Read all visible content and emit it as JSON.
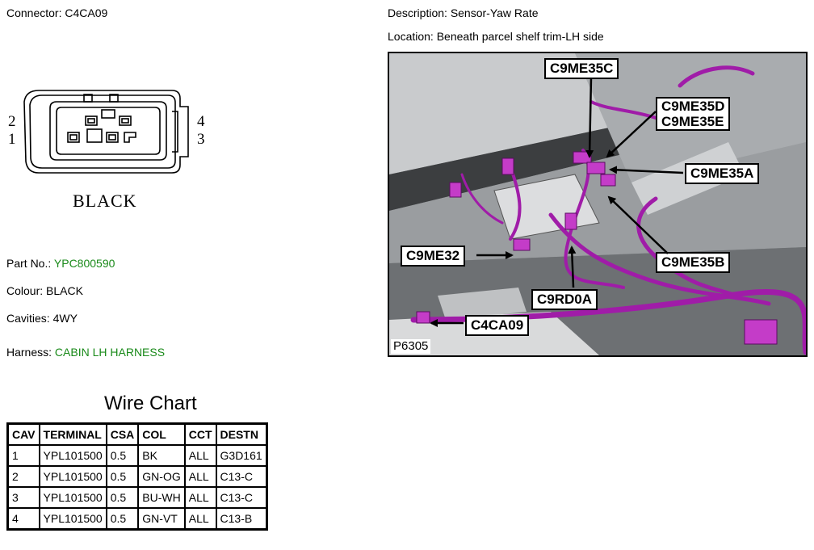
{
  "connector": {
    "label": "Connector:",
    "value": "C4CA09",
    "pin_left_top": "2",
    "pin_left_bottom": "1",
    "pin_right_top": "4",
    "pin_right_bottom": "3",
    "colour_caption": "BLACK"
  },
  "details": {
    "part_no_label": "Part No.:",
    "part_no_value": "YPC800590",
    "colour_label": "Colour:",
    "colour_value": "BLACK",
    "cavities_label": "Cavities:",
    "cavities_value": "4WY",
    "harness_label": "Harness:",
    "harness_value": "CABIN LH HARNESS"
  },
  "description": {
    "label": "Description:",
    "value": "Sensor-Yaw Rate",
    "location_label": "Location:",
    "location_value": "Beneath parcel shelf trim-LH side"
  },
  "photo": {
    "reference": "P6305",
    "callouts": [
      "C9ME35C",
      "C9ME35D",
      "C9ME35E",
      "C9ME35A",
      "C9ME32",
      "C9ME35B",
      "C9RD0A",
      "C4CA09"
    ]
  },
  "wire_chart": {
    "title": "Wire Chart",
    "headers": [
      "CAV",
      "TERMINAL",
      "CSA",
      "COL",
      "CCT",
      "DESTN"
    ],
    "rows": [
      [
        "1",
        "YPL101500",
        "0.5",
        "BK",
        "ALL",
        "G3D161"
      ],
      [
        "2",
        "YPL101500",
        "0.5",
        "GN-OG",
        "ALL",
        "C13-C"
      ],
      [
        "3",
        "YPL101500",
        "0.5",
        "BU-WH",
        "ALL",
        "C13-C"
      ],
      [
        "4",
        "YPL101500",
        "0.5",
        "GN-VT",
        "ALL",
        "C13-B"
      ]
    ]
  },
  "colors": {
    "link_green": "#1a8a1a",
    "harness_magenta": "#a01ca8",
    "photo_grey": "#8a8d90"
  }
}
